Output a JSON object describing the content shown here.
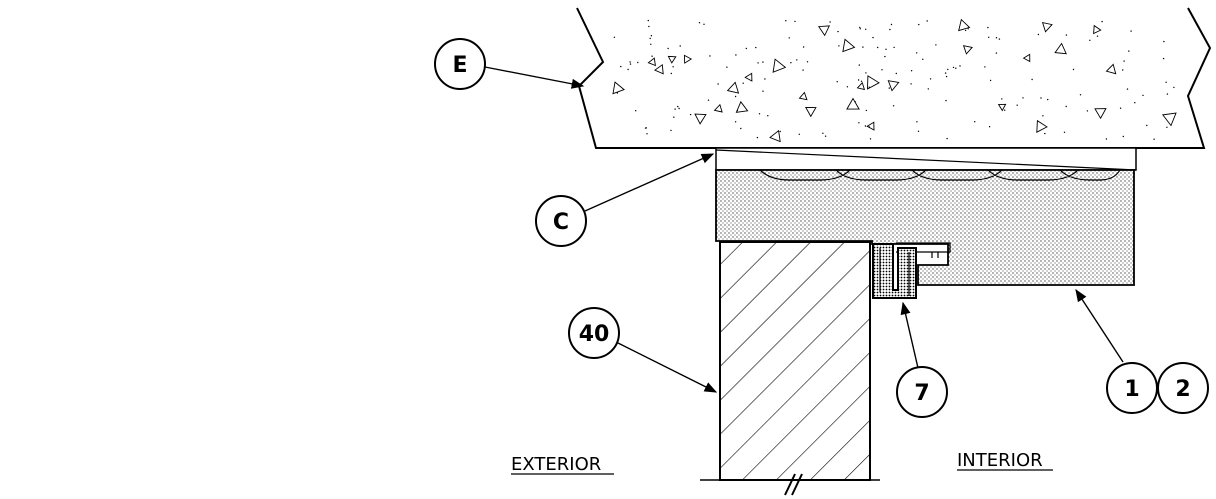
{
  "callouts": {
    "e": "E",
    "c": "C",
    "forty": "40",
    "seven": "7",
    "one": "1",
    "two": "2"
  },
  "side_labels": {
    "exterior": "EXTERIOR",
    "interior": "INTERIOR"
  },
  "colors": {
    "line": "#000000",
    "background": "#ffffff"
  }
}
